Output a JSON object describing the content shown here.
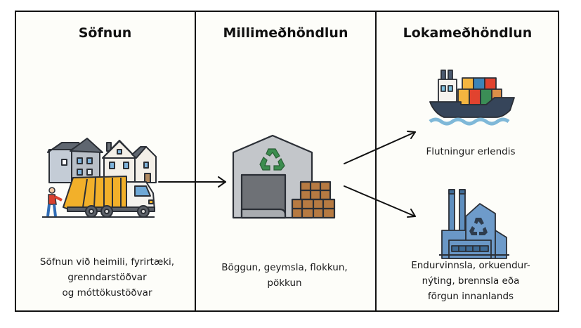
{
  "diagram": {
    "columns": [
      {
        "title": "Söfnun",
        "caption_lines": [
          "Söfnun við heimili, fyrirtæki,",
          "grenndarstöðvar",
          "og móttökustöðvar"
        ],
        "illustration": "houses-and-garbage-truck-icon"
      },
      {
        "title": "Millimeðhöndlun",
        "caption_lines": [
          "Böggun, geymsla, flokkun,",
          "pökkun"
        ],
        "illustration": "warehouse-recycling-icon"
      },
      {
        "title": "Lokameðhöndlun",
        "outputs": [
          {
            "caption_lines": [
              "Flutningur erlendis"
            ],
            "illustration": "container-ship-icon"
          },
          {
            "caption_lines": [
              "Endurvinnsla, orkuendur-",
              "nýting, brennsla eða",
              "förgun innanlands"
            ],
            "illustration": "recycling-factory-icon"
          }
        ]
      }
    ],
    "arrows": [
      {
        "from": "Söfnun",
        "to": "Millimeðhöndlun"
      },
      {
        "from": "Millimeðhöndlun",
        "to": "Flutningur erlendis"
      },
      {
        "from": "Millimeðhöndlun",
        "to": "Endurvinnsla, orkuendurnýting, brennsla eða förgun innanlands"
      }
    ],
    "colors": {
      "outline": "#111111",
      "panel_bg": "#fdfdf9",
      "truck_yellow": "#f2b02a",
      "ship_hull": "#36455a",
      "water": "#7fb8d8",
      "factory_blue": "#5f8fbf",
      "recycle_green": "#3c8d4f",
      "box_brown": "#b67a42"
    }
  }
}
